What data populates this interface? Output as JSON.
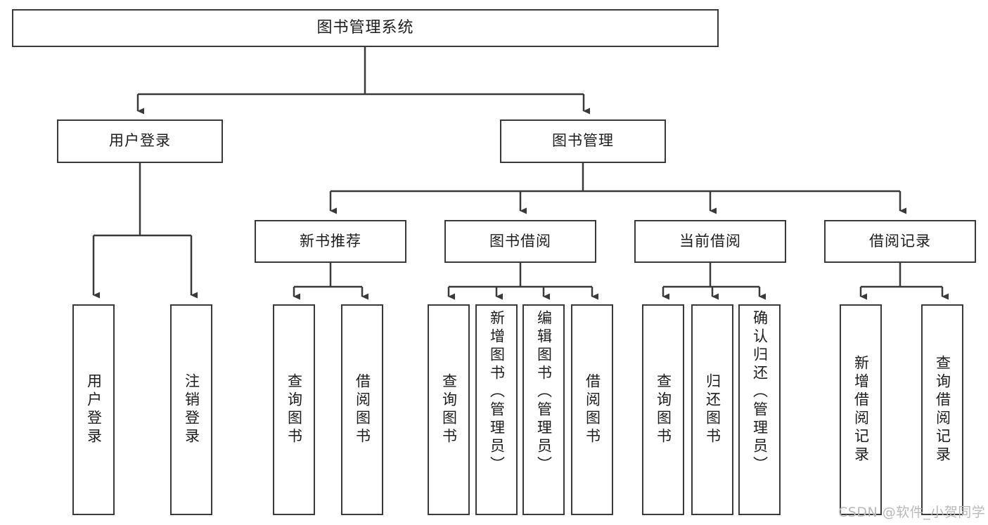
{
  "diagram": {
    "title": "图书管理系统",
    "type": "tree-hierarchy-chart",
    "root": {
      "label": "图书管理系统"
    },
    "level2": [
      {
        "label": "用户登录"
      },
      {
        "label": "图书管理"
      }
    ],
    "level3": [
      {
        "label": "新书推荐"
      },
      {
        "label": "图书借阅"
      },
      {
        "label": "当前借阅"
      },
      {
        "label": "借阅记录"
      }
    ],
    "leaves": [
      {
        "label": "用户登录"
      },
      {
        "label": "注销登录"
      },
      {
        "label": "查询图书"
      },
      {
        "label": "借阅图书"
      },
      {
        "label": "查询图书"
      },
      {
        "label": "新增图书（管理员）"
      },
      {
        "label": "编辑图书（管理员）"
      },
      {
        "label": "借阅图书"
      },
      {
        "label": "查询图书"
      },
      {
        "label": "归还图书"
      },
      {
        "label": "确认归还（管理员）"
      },
      {
        "label": "新增借阅记录"
      },
      {
        "label": "查询借阅记录"
      }
    ],
    "watermark": "CSDN @软件_小贺同学",
    "colors": {
      "stroke": "#3a3a3a",
      "fill": "#ffffff",
      "text": "#1d1d1d",
      "watermark": "#b9b9b9"
    }
  }
}
